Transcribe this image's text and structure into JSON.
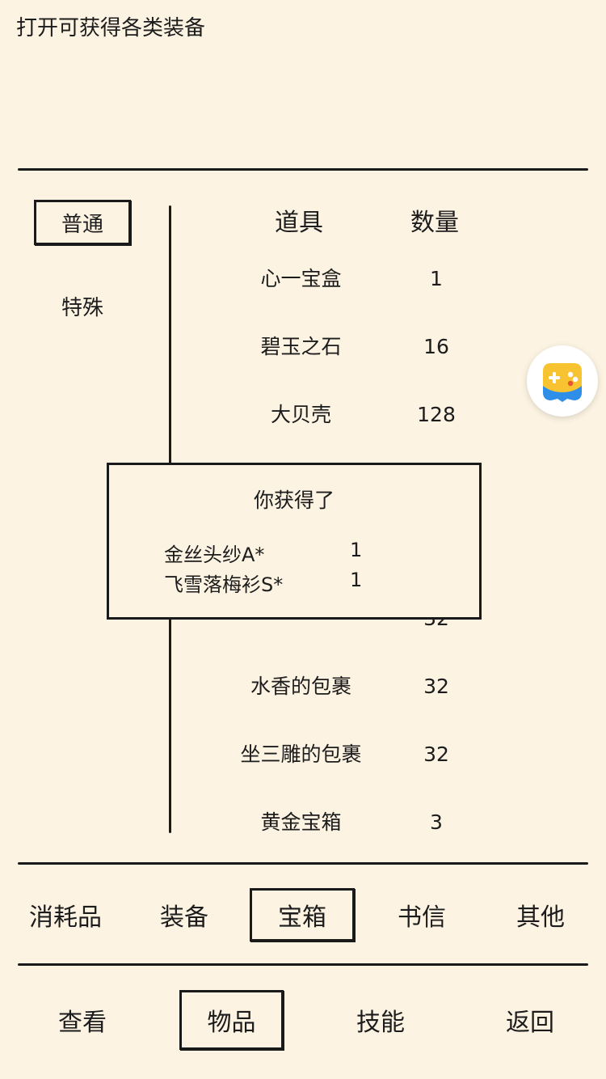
{
  "description": "打开可获得各类装备",
  "categories": [
    {
      "label": "普通",
      "selected": true
    },
    {
      "label": "特殊",
      "selected": false
    }
  ],
  "table": {
    "headers": {
      "item": "道具",
      "count": "数量"
    },
    "rows": [
      {
        "name": "心一宝盒",
        "count": "1"
      },
      {
        "name": "碧玉之石",
        "count": "16"
      },
      {
        "name": "大贝壳",
        "count": "128"
      },
      {
        "name": "",
        "count": ""
      },
      {
        "name": "",
        "count": ""
      },
      {
        "name": "",
        "count": "32"
      },
      {
        "name": "水香的包裹",
        "count": "32"
      },
      {
        "name": "坐三雕的包裹",
        "count": "32"
      },
      {
        "name": "黄金宝箱",
        "count": "3"
      }
    ]
  },
  "popup": {
    "title": "你获得了",
    "items": [
      {
        "name": "金丝头纱A*",
        "count": "1"
      },
      {
        "name": "飞雪落梅衫S*",
        "count": "1"
      }
    ]
  },
  "tabs": [
    {
      "label": "消耗品",
      "selected": false
    },
    {
      "label": "装备",
      "selected": false
    },
    {
      "label": "宝箱",
      "selected": true
    },
    {
      "label": "书信",
      "selected": false
    },
    {
      "label": "其他",
      "selected": false
    }
  ],
  "nav": [
    {
      "label": "查看",
      "selected": false
    },
    {
      "label": "物品",
      "selected": true
    },
    {
      "label": "技能",
      "selected": false
    },
    {
      "label": "返回",
      "selected": false
    }
  ],
  "floating": {
    "icon": "gamepad-icon"
  },
  "colors": {
    "background": "#fcf3e2",
    "ink": "#1a1a1a"
  }
}
